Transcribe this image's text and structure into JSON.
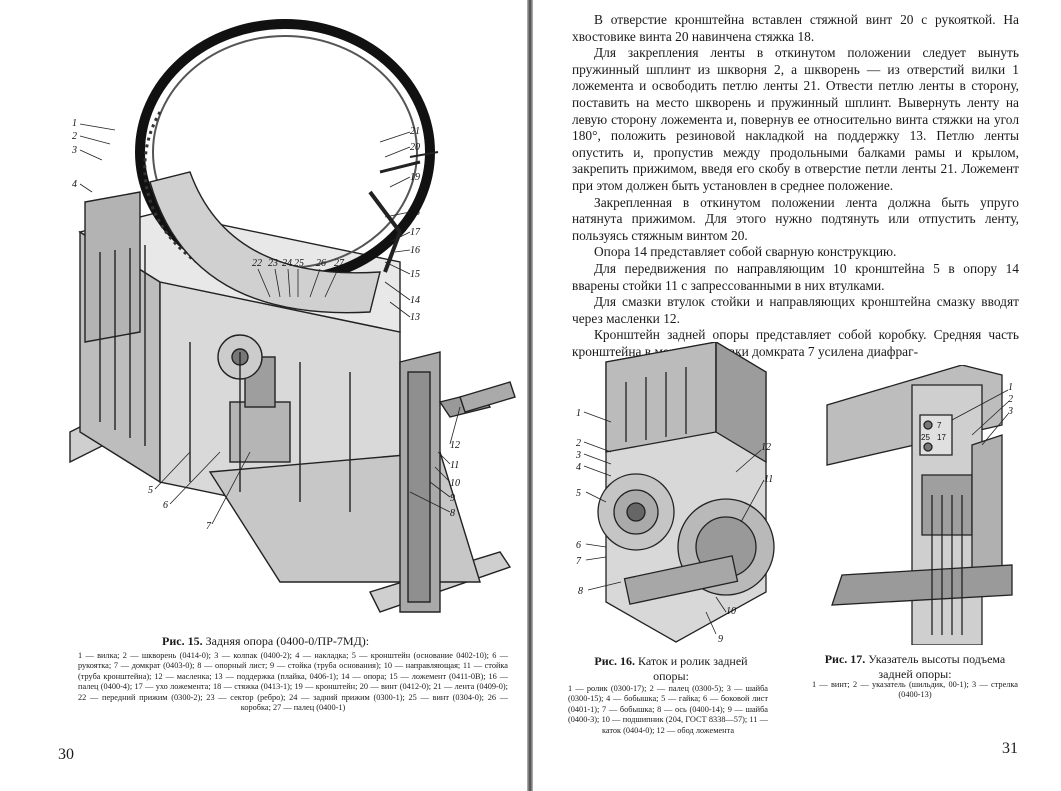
{
  "left_page": {
    "figure_15": {
      "callouts": [
        "1",
        "2",
        "3",
        "4",
        "5",
        "6",
        "7",
        "8",
        "9",
        "10",
        "11",
        "12",
        "13",
        "14",
        "15",
        "16",
        "17",
        "18",
        "19",
        "20",
        "21",
        "22",
        "23",
        "24",
        "25",
        "26",
        "27"
      ]
    },
    "caption_number": "Рис. 15.",
    "caption_title": "Задняя опора (0400-0/ПР-7МД):",
    "legend": "1 — вилка; 2 — шкворень (0414-0); 3 — колпак (0400-2); 4 — накладка; 5 — кронштейн (основание 0402-10); 6 — рукоятка; 7 — домкрат (0403-0); 8 — опорный лист; 9 — стойка (труба основания); 10 — направляющая; 11 — стойка (труба кронштейна); 12 — масленка; 13 — поддержка (плайка, 0406-1); 14 — опора; 15 — ложемент (0411-0В); 16 — палец (0400-4); 17 — ухо ложемента; 18 — стяжка (0413-1); 19 — кронштейн; 20 — винт (0412-0); 21 — лента (0409-0); 22 — передний прижим (0300-2); 23 — сектор (ребро); 24 — задний прижим (0300-1); 25 — винт (0304-0); 26 — коробка; 27 — палец (0400-1)",
    "page_number": "30"
  },
  "right_page": {
    "paragraphs": [
      "В отверстие кронштейна вставлен стяжной винт 20 с рукояткой. На хвостовике винта 20 навинчена стяжка 18.",
      "Для закрепления ленты в откинутом положении следует вынуть пружинный шплинт из шкворня 2, а шкворень — из отверстий вилки 1 ложемента и освободить петлю ленты 21. Отвести петлю ленты в сторону, поставить на место шкворень и пружинный шплинт. Вывернуть ленту на левую сторону ложемента и, повернув ее относительно винта стяжки на угол 180°, положить резиновой накладкой на поддержку 13. Петлю ленты опустить и, пропустив между продольными балками рамы и крылом, закрепить прижимом, введя его скобу в отверстие петли ленты 21. Ложемент при этом должен быть установлен в среднее положение.",
      "Закрепленная в откинутом положении лента должна быть упруго натянута прижимом. Для этого нужно подтянуть или отпустить ленту, пользуясь стяжным винтом 20.",
      "Опора 14 представляет собой сварную конструкцию.",
      "Для передвижения по направляющим 10 кронштейна 5 в опору 14 вварены стойки 11 с запрессованными в них втулками.",
      "Для смазки втулок стойки и направляющих кронштейна смазку вводят через масленки 12.",
      "Кронштейн задней опоры представляет собой коробку. Средняя часть кронштейна в месте установки домкрата 7 усилена диафраг-"
    ],
    "figure_16": {
      "callouts": [
        "1",
        "2",
        "3",
        "4",
        "5",
        "6",
        "7",
        "8",
        "9",
        "10",
        "11",
        "12"
      ],
      "caption_number": "Рис. 16.",
      "caption_title": "Каток и ролик задней опоры:",
      "legend": "1 — ролик (0300-17); 2 — палец (0300-5); 3 — шайба (0300-15); 4 — бобышка; 5 — гайка; 6 — боковой лист (0401-1); 7 — бобышка; 8 — ось (0400-14); 9 — шайба (0400-3); 10 — подшипник (204, ГОСТ 8338—57); 11 — каток (0404-0); 12 — обод ложемента"
    },
    "figure_17": {
      "callouts": [
        "1",
        "2",
        "3"
      ],
      "plate_text": [
        "7",
        "25",
        "17"
      ],
      "caption_number": "Рис. 17.",
      "caption_title": "Указатель высоты подъема задней опоры:",
      "legend": "1 — винт; 2 — указатель (шильдик, 00-1); 3 — стрелка (0400-13)"
    },
    "page_number": "31"
  }
}
